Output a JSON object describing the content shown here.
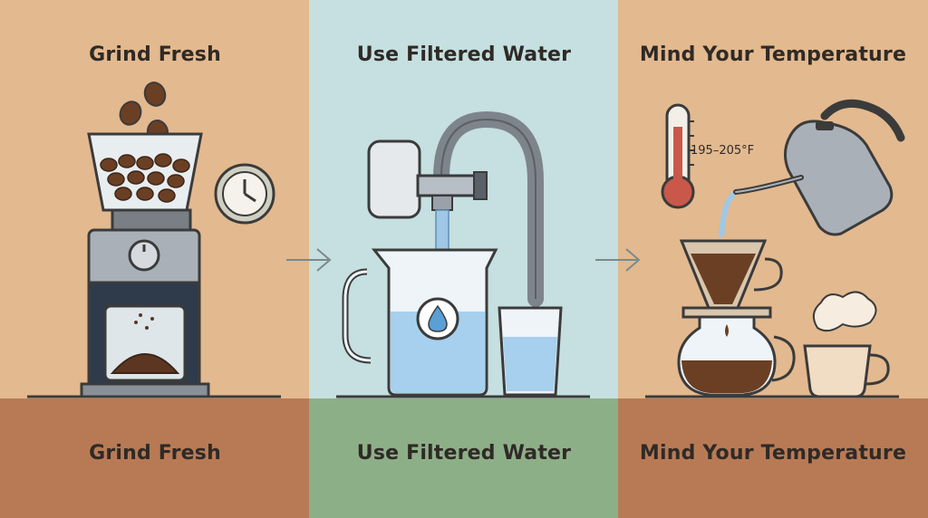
{
  "panels": [
    {
      "heading": "Grind Fresh",
      "caption": "Grind Fresh",
      "illustration_icons": [
        "coffee-bean-icon",
        "burr-grinder-icon",
        "clock-icon"
      ]
    },
    {
      "heading": "Use Filtered Water",
      "caption": "Use Filtered Water",
      "illustration_icons": [
        "faucet-filter-icon",
        "water-pitcher-icon",
        "water-glass-icon"
      ]
    },
    {
      "heading": "Mind Your Temperature",
      "caption": "Mind Your Temperature",
      "thermometer_label": "195–205°F",
      "illustration_icons": [
        "thermometer-icon",
        "gooseneck-kettle-icon",
        "pour-over-icon",
        "coffee-cup-icon"
      ]
    }
  ],
  "colors": {
    "tan": "#e3b98f",
    "rust_band": "#b87a55",
    "light_blue": "#c6dfe0",
    "sage_band": "#8daf88",
    "outline": "#3b3b3b",
    "coffee": "#6b3f24"
  },
  "arrows": [
    "chevron-right-icon",
    "chevron-right-icon"
  ]
}
